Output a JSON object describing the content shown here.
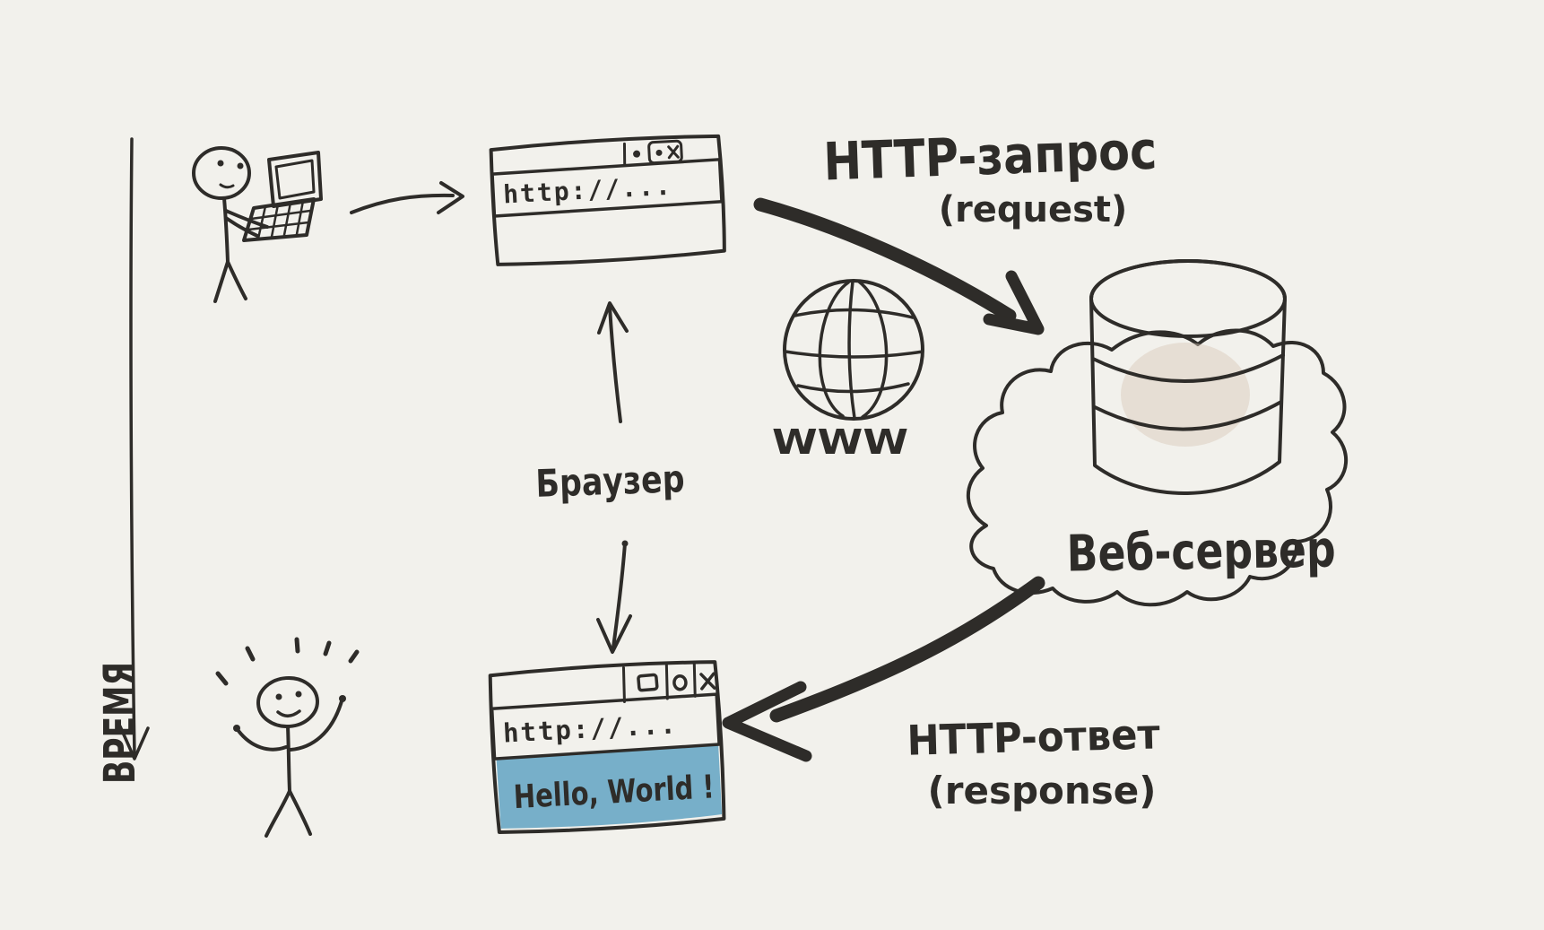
{
  "palette": {
    "background": "#f2f1ec",
    "ink": "#2e2c29",
    "address_bar": "#f8e5c8",
    "page_blue": "#77afc9",
    "cloud_mint": "#cdeedd",
    "database_tan": "#c9b4a5",
    "database_top": "#c1ac9e",
    "window_white": "#fbfaf5"
  },
  "time_axis": {
    "label": "ВРЕМЯ"
  },
  "browser_label": {
    "text": "Браузер"
  },
  "top_browser": {
    "address": "http://..."
  },
  "bottom_browser": {
    "address": "http://...",
    "page_text": "Hello, World !"
  },
  "internet": {
    "label": "WWW"
  },
  "server": {
    "label": "Веб-сервер"
  },
  "request": {
    "title": "HTTP-запрос",
    "subtitle": "(request)"
  },
  "response": {
    "title": "HTTP-ответ",
    "subtitle": "(response)"
  },
  "icons": {
    "top_window_controls": "dot and dot-x close group",
    "bottom_window_controls": "square, circle, x"
  }
}
